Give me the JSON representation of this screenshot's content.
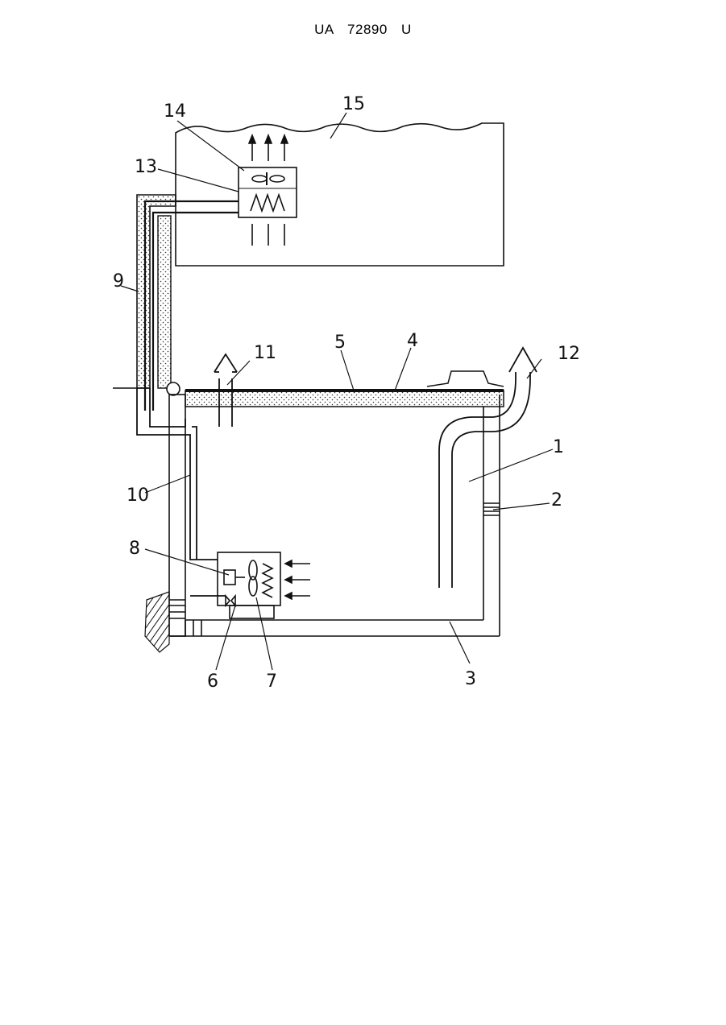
{
  "header": {
    "doc_number": "UA 72890 U"
  },
  "diagram": {
    "labels": {
      "l1": "1",
      "l2": "2",
      "l3": "3",
      "l4": "4",
      "l5": "5",
      "l6": "6",
      "l7": "7",
      "l8": "8",
      "l9": "9",
      "l10": "10",
      "l11": "11",
      "l12": "12",
      "l13": "13",
      "l14": "14",
      "l15": "15"
    }
  }
}
